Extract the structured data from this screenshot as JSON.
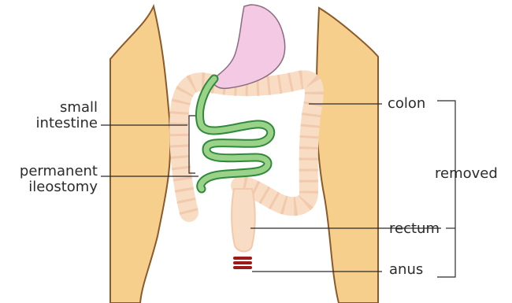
{
  "labels": {
    "small_intestine": [
      "small",
      "intestine"
    ],
    "permanent_ileostomy": [
      "permanent",
      "ileostomy"
    ],
    "colon": "colon",
    "removed": "removed",
    "rectum": "rectum",
    "anus": "anus"
  },
  "colors": {
    "body_skin": "#f6cf8c",
    "body_outline": "#8a5a2b",
    "stomach": "#f3c9e4",
    "small_intestine": "#9bd28a",
    "small_intestine_outline": "#2f8a3a",
    "colon": "#f8dcc4",
    "anus": "#9b1b1b",
    "leader_line": "#2b2b2b"
  }
}
